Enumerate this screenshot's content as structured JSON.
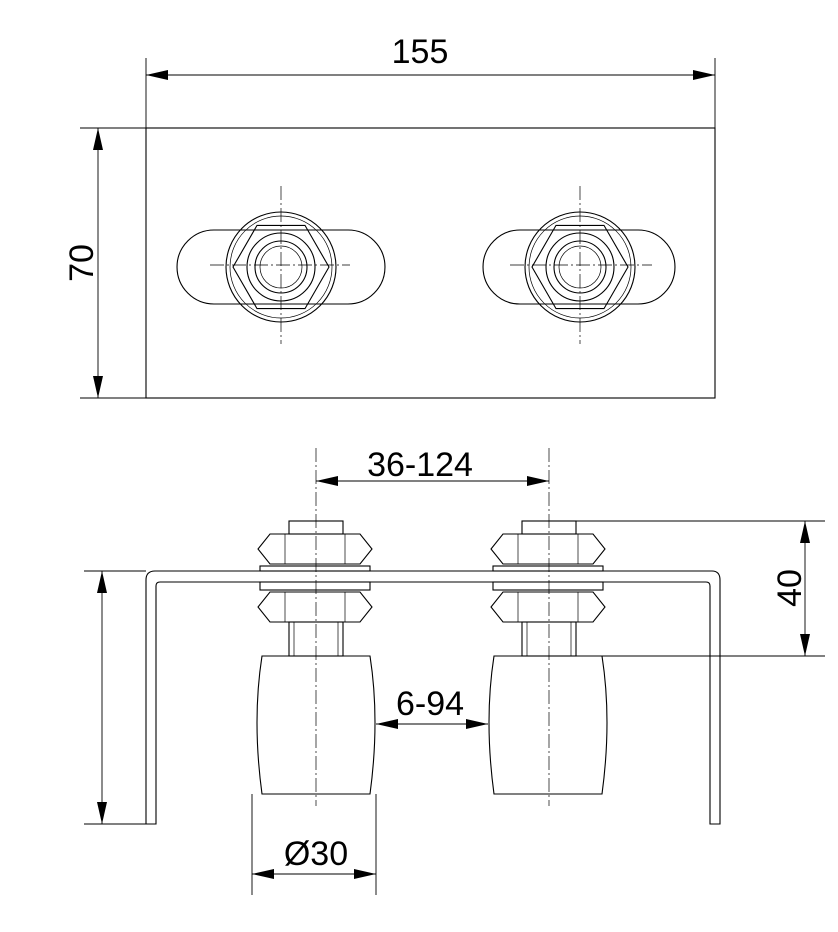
{
  "dimensions": {
    "top_width": "155",
    "top_height": "70",
    "center_distance": "36-124",
    "wheel_gap": "6-94",
    "height_40": "40",
    "wheel_diameter": "Ø30"
  }
}
